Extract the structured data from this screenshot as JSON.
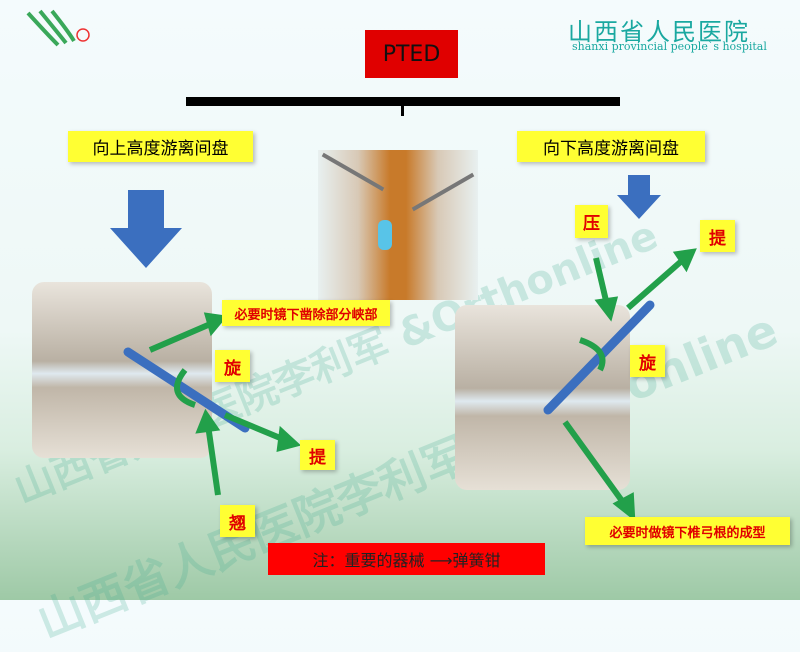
{
  "header": {
    "logo_left": "hospital-logo",
    "hospital_name_cn": "山西省人民医院",
    "hospital_name_en": "shanxi provincial people`s hospital",
    "title": "PTED"
  },
  "watermark": "山西省人民医院李利军 &Orthonline",
  "left": {
    "heading": "向上高度游离间盘",
    "note": "必要时镜下凿除部分峡部",
    "rotate": "旋",
    "lift": "提",
    "tilt": "翘"
  },
  "right": {
    "heading": "向下高度游离间盘",
    "press": "压",
    "lift": "提",
    "rotate": "旋",
    "note": "必要时做镜下椎弓根的成型"
  },
  "footer": {
    "note": "注：重要的器械 ⟶弹簧钳"
  },
  "colors": {
    "label_bg": "#ffff33",
    "title_bg": "#e00000",
    "arrow_blue": "#3b6fbf",
    "arrow_green": "#22a04a"
  }
}
